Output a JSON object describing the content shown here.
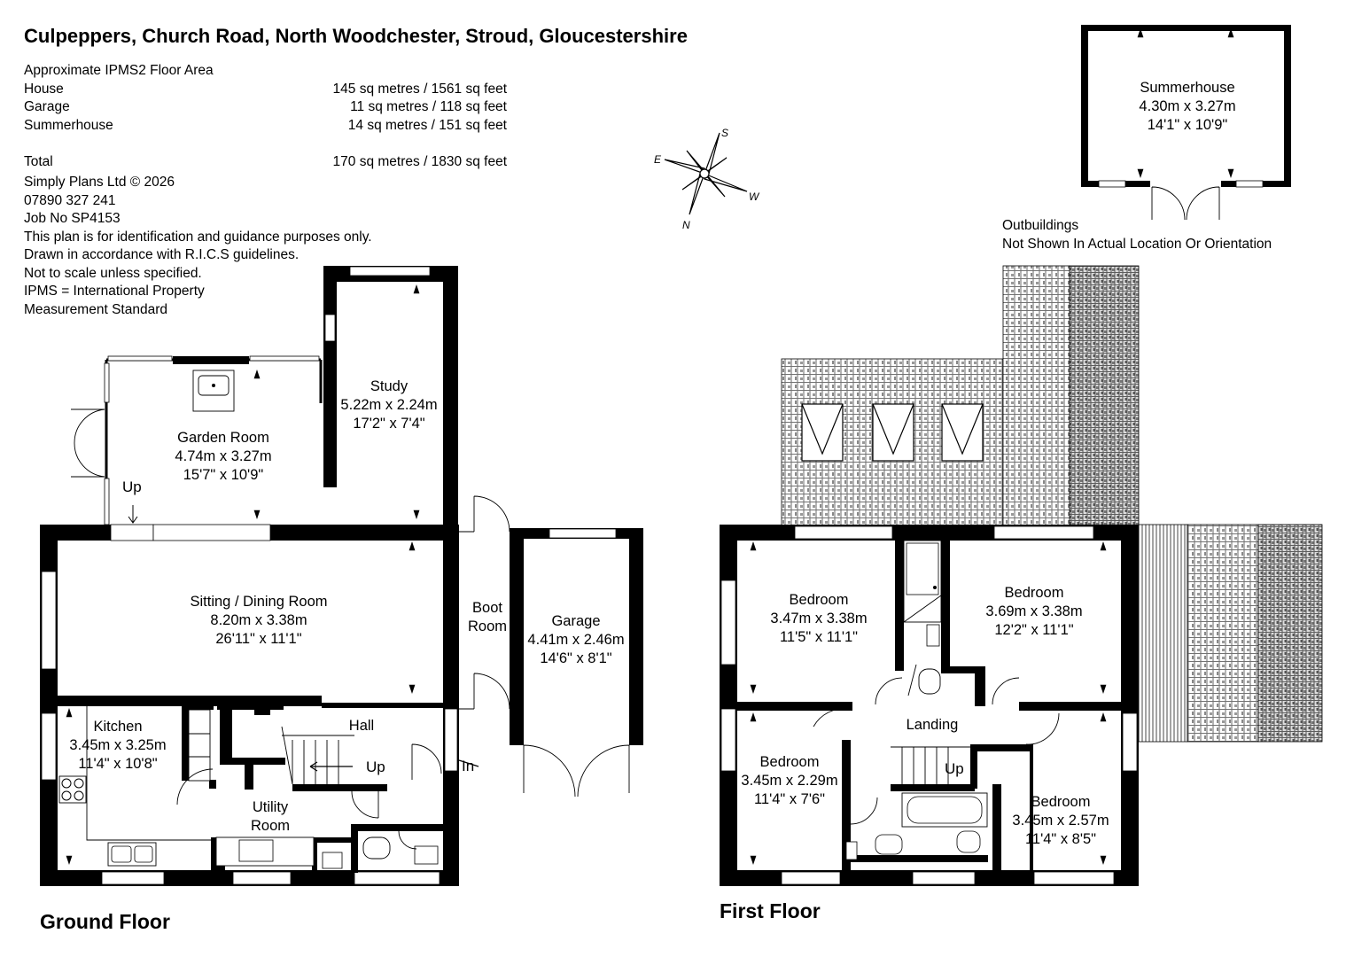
{
  "title": "Culpeppers, Church Road, North Woodchester, Stroud, Gloucestershire",
  "area_heading": "Approximate IPMS2 Floor Area",
  "areas": [
    {
      "name": "House",
      "value": "145 sq metres /  1561 sq feet"
    },
    {
      "name": "Garage",
      "value": "11 sq metres /   118 sq feet"
    },
    {
      "name": "Summerhouse",
      "value": "14 sq metres /   151 sq feet"
    },
    {
      "name": "Total",
      "value": "170 sq metres /  1830 sq feet"
    }
  ],
  "notes": [
    "Simply Plans Ltd © 2026",
    "07890 327 241",
    "Job No SP4153",
    "This plan is for identification and guidance purposes only.",
    "Drawn in accordance with R.I.C.S guidelines.",
    "Not to scale unless specified.",
    "IPMS = International Property",
    "Measurement Standard"
  ],
  "outbuildings_note": [
    "Outbuildings",
    "Not Shown In Actual Location Or Orientation"
  ],
  "compass": {
    "s": "S",
    "e": "E",
    "w": "W",
    "n": "N"
  },
  "floors": {
    "ground": "Ground Floor",
    "first": "First Floor"
  },
  "rooms": {
    "summerhouse": [
      "Summerhouse",
      "4.30m x 3.27m",
      "14'1\" x 10'9\""
    ],
    "study": [
      "Study",
      "5.22m x 2.24m",
      "17'2\" x 7'4\""
    ],
    "garden_room": [
      "Garden Room",
      "4.74m x 3.27m",
      "15'7\" x 10'9\""
    ],
    "sitting_dining": [
      "Sitting / Dining Room",
      "8.20m x 3.38m",
      "26'11\" x 11'1\""
    ],
    "boot_room": [
      "Boot",
      "Room"
    ],
    "garage": [
      "Garage",
      "4.41m x 2.46m",
      "14'6\" x 8'1\""
    ],
    "kitchen": [
      "Kitchen",
      "3.45m x 3.25m",
      "11'4\" x 10'8\""
    ],
    "hall": [
      "Hall"
    ],
    "utility": [
      "Utility",
      "Room"
    ],
    "bedroom_1": [
      "Bedroom",
      "3.47m x 3.38m",
      "11'5\" x 11'1\""
    ],
    "bedroom_2": [
      "Bedroom",
      "3.69m x 3.38m",
      "12'2\" x 11'1\""
    ],
    "landing": [
      "Landing"
    ],
    "bedroom_3": [
      "Bedroom",
      "3.45m x 2.29m",
      "11'4\" x 7'6\""
    ],
    "bedroom_4": [
      "Bedroom",
      "3.45m x 2.57m",
      "11'4\" x 8'5\""
    ]
  },
  "labels": {
    "up_garden": "Up",
    "up_hall": "Up",
    "in": "In",
    "up_first": "Up"
  }
}
